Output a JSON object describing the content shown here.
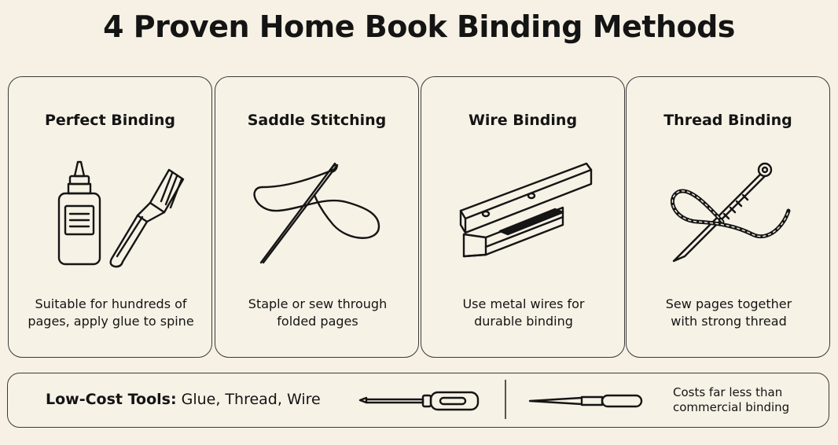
{
  "title": "4 Proven Home Book Binding Methods",
  "methods": [
    {
      "name": "Perfect Binding",
      "icon": "glue-bottle-and-brush-icon",
      "desc_lines": [
        "Suitable for hundreds of",
        "pages, apply glue to spine"
      ]
    },
    {
      "name": "Saddle Stitching",
      "icon": "needle-and-thread-icon",
      "desc_lines": [
        "Staple or sew through",
        "folded pages"
      ]
    },
    {
      "name": "Wire Binding",
      "icon": "binding-clamp-icon",
      "desc_lines": [
        "Use metal wires for",
        "durable binding"
      ]
    },
    {
      "name": "Thread Binding",
      "icon": "needle-and-twisted-thread-icon",
      "desc_lines": [
        "Sew pages together",
        "with strong thread"
      ]
    }
  ],
  "footer": {
    "label": "Low-Cost Tools:",
    "tools": " Glue, Thread, Wire",
    "note_lines": [
      "Costs far less than",
      "commercial binding"
    ],
    "icons": [
      "screwdriver-icon",
      "awl-icon"
    ]
  }
}
